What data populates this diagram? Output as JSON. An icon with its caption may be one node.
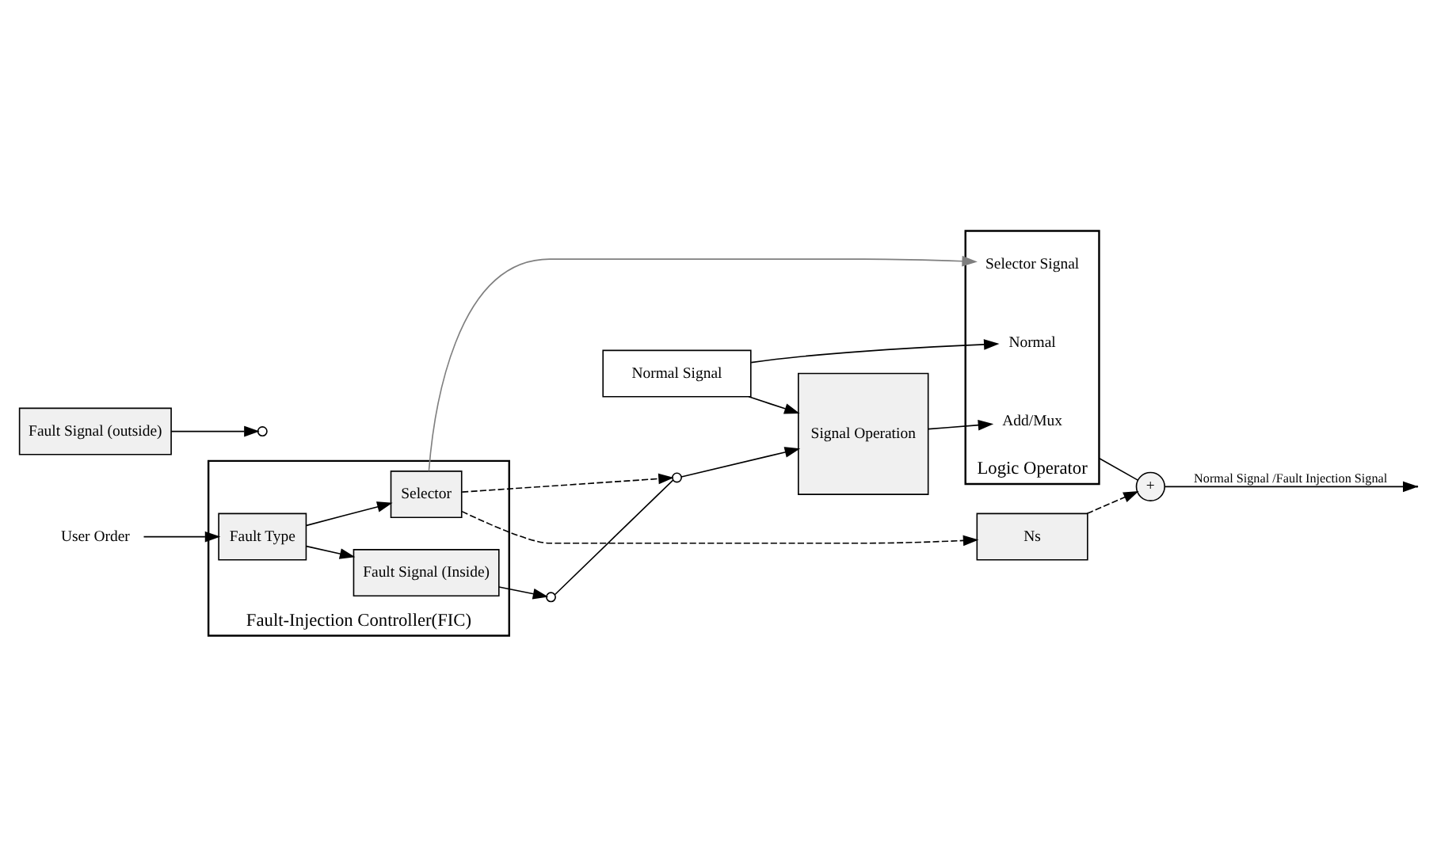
{
  "diagram": {
    "nodes": [
      {
        "text": [
          "Fault-Injection Controller(FIC)"
        ]
      },
      {
        "text": [
          "Selector"
        ],
        "in": 0
      },
      {
        "text": [
          "Fault Type"
        ],
        "in": 0
      },
      {
        "text": [
          "Fault Signal (Inside)"
        ],
        "in": 0
      },
      {
        "text": [
          "Ns"
        ]
      },
      {
        "text": [
          "Logic Operator"
        ]
      },
      {
        "text": [
          "Selector Signal"
        ],
        "in": 5
      },
      {
        "text": [
          "Add/Mux"
        ],
        "in": 5
      },
      {
        "text": [
          "Normal"
        ],
        "in": 5
      },
      {
        "text": [
          "Signal Operation"
        ]
      },
      {
        "text": [
          "Fault Signal (outside)"
        ]
      },
      {
        "text": [
          "Normal Signal"
        ]
      },
      {
        "text": [],
        "shape": "circle"
      },
      {
        "text": [],
        "shape": "circle"
      },
      {
        "text": [],
        "shape": "circle"
      },
      {
        "text": [
          "+"
        ]
      },
      {
        "text": [
          "User Order"
        ]
      }
    ],
    "edges": [
      {
        "from": 16,
        "to": 2,
        "arrow": "to"
      },
      {
        "from": 2,
        "to": 1,
        "arrow": "to"
      },
      {
        "from": 2,
        "to": 3,
        "arrow": "to"
      },
      {
        "from": 1,
        "to": 4,
        "arrow": "to",
        "style": "dashed"
      },
      {
        "from": 4,
        "to": 15,
        "arrow": "to",
        "style": "dashed"
      },
      {
        "from": 1,
        "to": 6,
        "arrow": "to",
        "color": "#7f7f7f"
      },
      {
        "from": 1,
        "to": 13,
        "arrow": "to",
        "style": "dashed"
      },
      {
        "from": 3,
        "to": 12,
        "arrow": "to"
      },
      {
        "from": 12,
        "to": 13,
        "arrow": "none"
      },
      {
        "from": 13,
        "to": 9,
        "arrow": "to"
      },
      {
        "from": 10,
        "to": 14,
        "arrow": "to"
      },
      {
        "from": 11,
        "to": 9,
        "arrow": "to"
      },
      {
        "from": 11,
        "to": 8,
        "arrow": "to"
      },
      {
        "from": 9,
        "to": 7,
        "arrow": "to"
      },
      {
        "from": 5,
        "to": 15,
        "arrow": "none"
      },
      {
        "from": 15,
        "to": null,
        "arrow": "to",
        "label": "Normal Signal /Fault Injection Signal"
      }
    ]
  }
}
